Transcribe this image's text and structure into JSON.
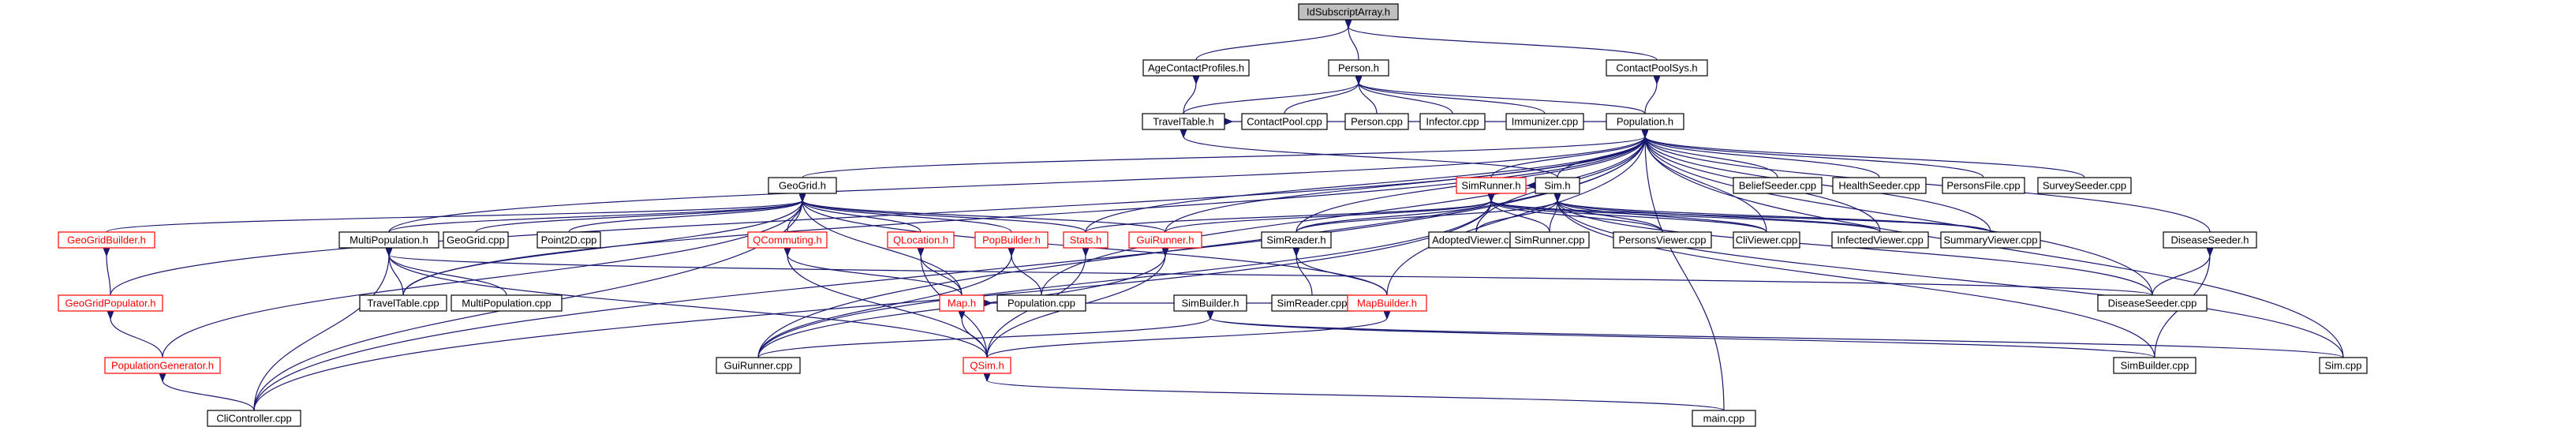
{
  "colors": {
    "edge": "#191970",
    "root_fill": "#bfbfbf",
    "missing_border": "#ff0000",
    "missing_text": "#ff0000"
  },
  "nodes": [
    {
      "id": "root",
      "label": "IdSubscriptArray.h"
    },
    {
      "id": "ageprof",
      "label": "AgeContactProfiles.h"
    },
    {
      "id": "person",
      "label": "Person.h"
    },
    {
      "id": "cpsys",
      "label": "ContactPoolSys.h"
    },
    {
      "id": "traveltab",
      "label": "TravelTable.h"
    },
    {
      "id": "cpool",
      "label": "ContactPool.cpp"
    },
    {
      "id": "personcpp",
      "label": "Person.cpp"
    },
    {
      "id": "infector",
      "label": "Infector.cpp"
    },
    {
      "id": "immunizer",
      "label": "Immunizer.cpp"
    },
    {
      "id": "population",
      "label": "Population.h"
    },
    {
      "id": "geogrid",
      "label": "GeoGrid.h"
    },
    {
      "id": "simrunner",
      "label": "SimRunner.h"
    },
    {
      "id": "sim",
      "label": "Sim.h"
    },
    {
      "id": "beliefseeder",
      "label": "BeliefSeeder.cpp"
    },
    {
      "id": "healthseeder",
      "label": "HealthSeeder.cpp"
    },
    {
      "id": "personsfile",
      "label": "PersonsFile.cpp"
    },
    {
      "id": "surveyseeder",
      "label": "SurveySeeder.cpp"
    },
    {
      "id": "ggbuilder",
      "label": "GeoGridBuilder.h"
    },
    {
      "id": "multipop",
      "label": "MultiPopulation.h"
    },
    {
      "id": "geogridcpp",
      "label": "GeoGrid.cpp"
    },
    {
      "id": "point2d",
      "label": "Point2D.cpp"
    },
    {
      "id": "qcommuting",
      "label": "QCommuting.h"
    },
    {
      "id": "qlocation",
      "label": "QLocation.h"
    },
    {
      "id": "popbuilder",
      "label": "PopBuilder.h"
    },
    {
      "id": "stats",
      "label": "Stats.h"
    },
    {
      "id": "guirunner",
      "label": "GuiRunner.h"
    },
    {
      "id": "simreader",
      "label": "SimReader.h"
    },
    {
      "id": "adoptedviewer",
      "label": "AdoptedViewer.cpp"
    },
    {
      "id": "simrunnercpp",
      "label": "SimRunner.cpp"
    },
    {
      "id": "personsviewer",
      "label": "PersonsViewer.cpp"
    },
    {
      "id": "cliviewer",
      "label": "CliViewer.cpp"
    },
    {
      "id": "infectedviewer",
      "label": "InfectedViewer.cpp"
    },
    {
      "id": "summaryviewer",
      "label": "SummaryViewer.cpp"
    },
    {
      "id": "diseaseseederh",
      "label": "DiseaseSeeder.h"
    },
    {
      "id": "ggpopulator",
      "label": "GeoGridPopulator.h"
    },
    {
      "id": "traveltablecpp",
      "label": "TravelTable.cpp"
    },
    {
      "id": "multipopcpp",
      "label": "MultiPopulation.cpp"
    },
    {
      "id": "map",
      "label": "Map.h"
    },
    {
      "id": "popcpp",
      "label": "Population.cpp"
    },
    {
      "id": "simbuilder",
      "label": "SimBuilder.h"
    },
    {
      "id": "simreadercpp",
      "label": "SimReader.cpp"
    },
    {
      "id": "mapbuilder",
      "label": "MapBuilder.h"
    },
    {
      "id": "diseaseseedercpp",
      "label": "DiseaseSeeder.cpp"
    },
    {
      "id": "popgen",
      "label": "PopulationGenerator.h"
    },
    {
      "id": "guirunnercpp",
      "label": "GuiRunner.cpp"
    },
    {
      "id": "qsim",
      "label": "QSim.h"
    },
    {
      "id": "simbuildercpp",
      "label": "SimBuilder.cpp"
    },
    {
      "id": "simcpp",
      "label": "Sim.cpp"
    },
    {
      "id": "clicontroller",
      "label": "CliController.cpp"
    },
    {
      "id": "maincpp",
      "label": "main.cpp"
    }
  ]
}
